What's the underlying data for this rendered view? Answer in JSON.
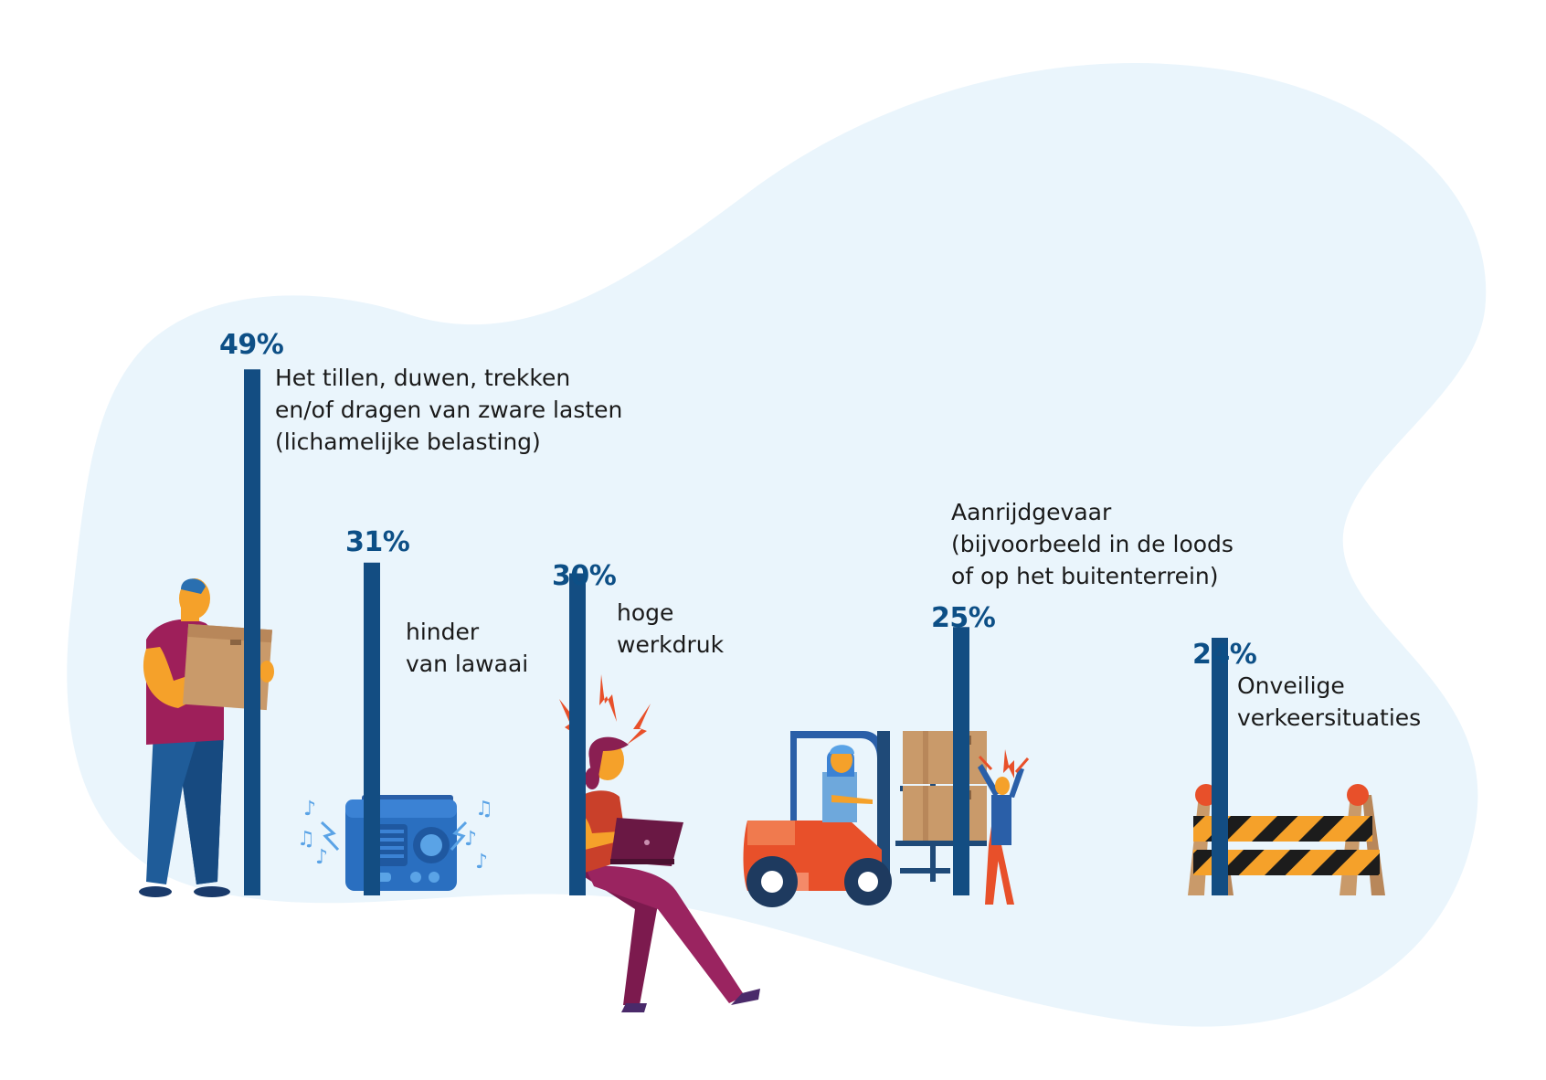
{
  "chart_data": {
    "type": "bar",
    "value_suffix": "%",
    "colors": {
      "bar": "#134d82",
      "blob": "#eaf5fc",
      "value_text": "#0d4f86"
    },
    "items": [
      {
        "value": 49,
        "label_lines": [
          "Het tillen, duwen, trekken",
          "en/of dragen van zware lasten",
          "(lichamelijke belasting)"
        ],
        "illustration": "worker-carrying-box-icon"
      },
      {
        "value": 31,
        "label_lines": [
          "hinder",
          "van lawaai"
        ],
        "illustration": "radio-icon"
      },
      {
        "value": 30,
        "label_lines": [
          "hoge",
          "werkdruk"
        ],
        "illustration": "stressed-woman-laptop-icon"
      },
      {
        "value": 25,
        "label_lines": [
          "Aanrijdgevaar",
          "(bijvoorbeeld in de loods",
          "of op het buitenterrein)"
        ],
        "illustration": "forklift-icon"
      },
      {
        "value": 24,
        "label_lines": [
          "Onveilige",
          "verkeersituaties"
        ],
        "illustration": "road-barrier-icon"
      }
    ]
  }
}
